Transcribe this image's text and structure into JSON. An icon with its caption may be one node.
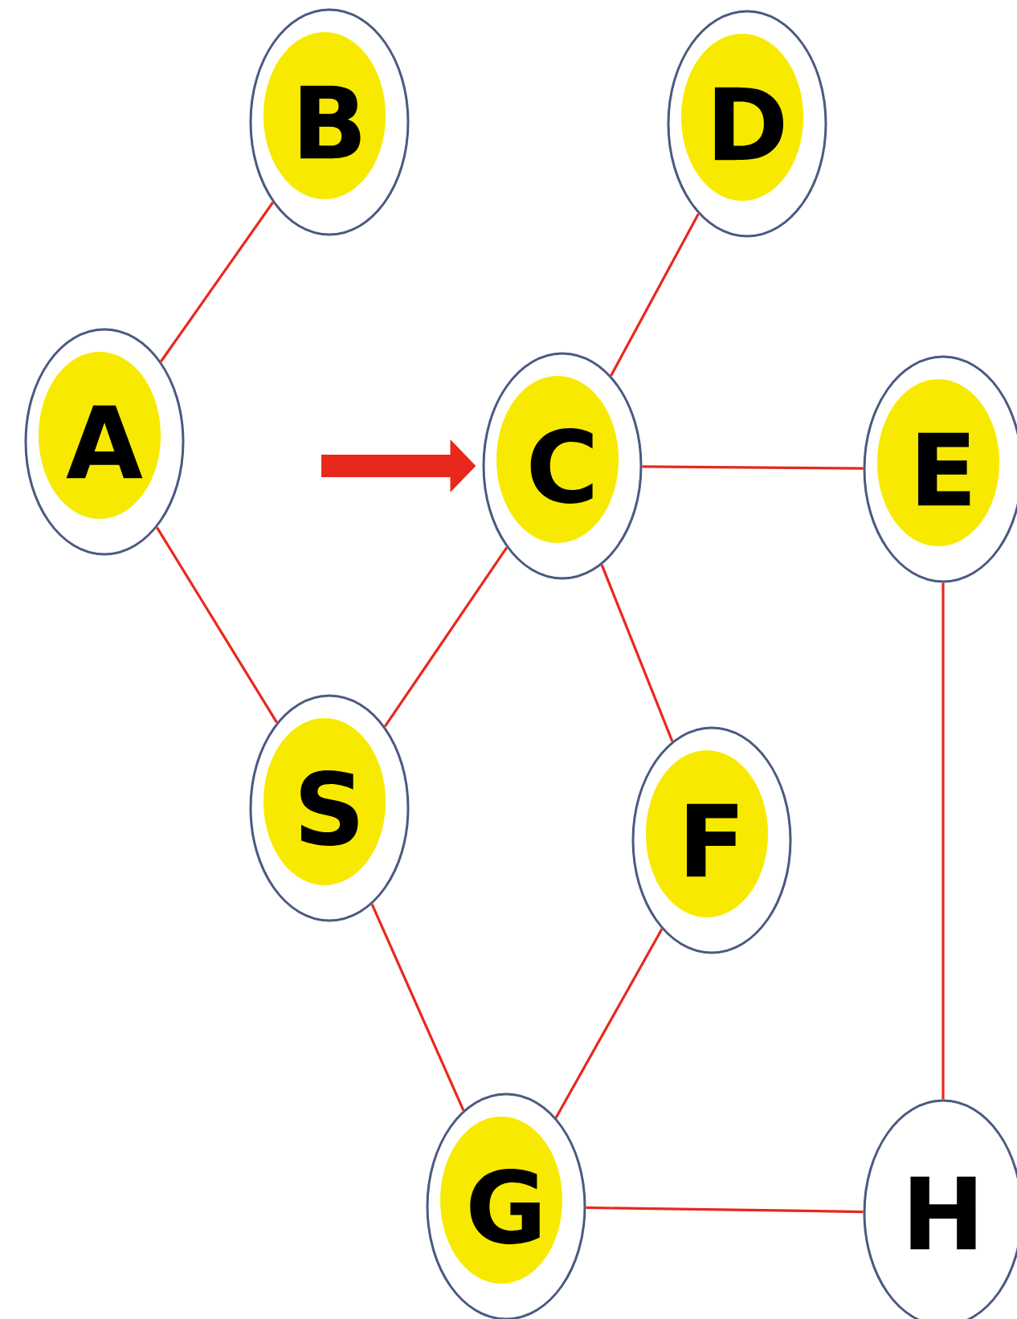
{
  "diagram": {
    "nodes": [
      {
        "text": [
          "B"
        ]
      },
      {
        "text": [
          "D"
        ]
      },
      {
        "text": [
          "A"
        ]
      },
      {
        "text": [
          "C"
        ]
      },
      {
        "text": [
          "E"
        ]
      },
      {
        "text": [
          "S"
        ]
      },
      {
        "text": [
          "F"
        ]
      },
      {
        "text": [
          "G"
        ]
      },
      {
        "text": [
          "H"
        ]
      }
    ],
    "edges": [
      {
        "from": 2,
        "to": 0,
        "arrow": "none"
      },
      {
        "from": 2,
        "to": 5,
        "arrow": "none"
      },
      {
        "from": 3,
        "to": 1,
        "arrow": "none"
      },
      {
        "from": 3,
        "to": 4,
        "arrow": "none"
      },
      {
        "from": 3,
        "to": 5,
        "arrow": "none"
      },
      {
        "from": 3,
        "to": 6,
        "arrow": "none"
      },
      {
        "from": 5,
        "to": 7,
        "arrow": "none"
      },
      {
        "from": 6,
        "to": 7,
        "arrow": "none"
      },
      {
        "from": 7,
        "to": 8,
        "arrow": "none"
      },
      {
        "from": 4,
        "to": 8,
        "arrow": "none"
      },
      {
        "from": null,
        "to": 3,
        "arrow": "to",
        "style": "thick"
      }
    ]
  }
}
